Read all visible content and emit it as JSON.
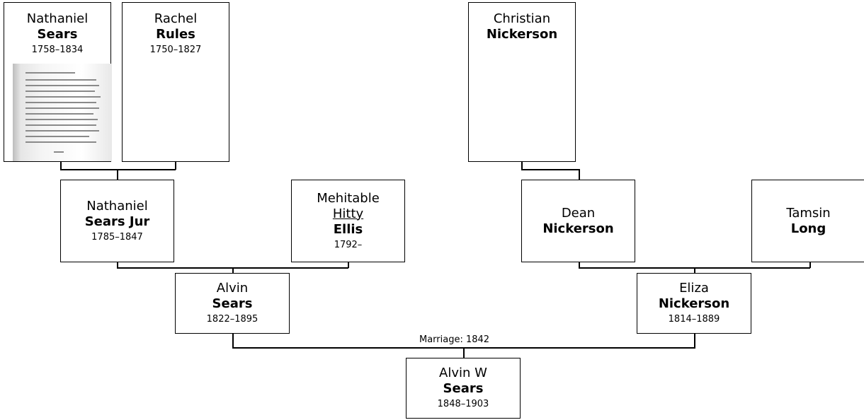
{
  "people": {
    "nathaniel_sr": {
      "given": "Nathaniel",
      "surname": "Sears",
      "dates": "1758–1834"
    },
    "rachel": {
      "given": "Rachel",
      "surname": "Rules",
      "dates": "1750–1827"
    },
    "christian": {
      "given": "Christian",
      "surname": "Nickerson"
    },
    "nathaniel_jr": {
      "given": "Nathaniel",
      "surname": "Sears Jur",
      "dates": "1785–1847"
    },
    "mehitable": {
      "given": "Mehitable",
      "nickname": "Hitty",
      "surname": "Ellis",
      "dates": "1792–"
    },
    "dean": {
      "given": "Dean",
      "surname": "Nickerson"
    },
    "tamsin": {
      "given": "Tamsin",
      "surname": "Long"
    },
    "alvin": {
      "given": "Alvin",
      "surname": "Sears",
      "dates": "1822–1895"
    },
    "eliza": {
      "given": "Eliza",
      "surname": "Nickerson",
      "dates": "1814–1889"
    },
    "alvin_w": {
      "given": "Alvin W",
      "surname": "Sears",
      "dates": "1848–1903"
    }
  },
  "marriage_label": "Marriage: 1842",
  "colors": {
    "border": "#000000",
    "background": "#ffffff"
  }
}
